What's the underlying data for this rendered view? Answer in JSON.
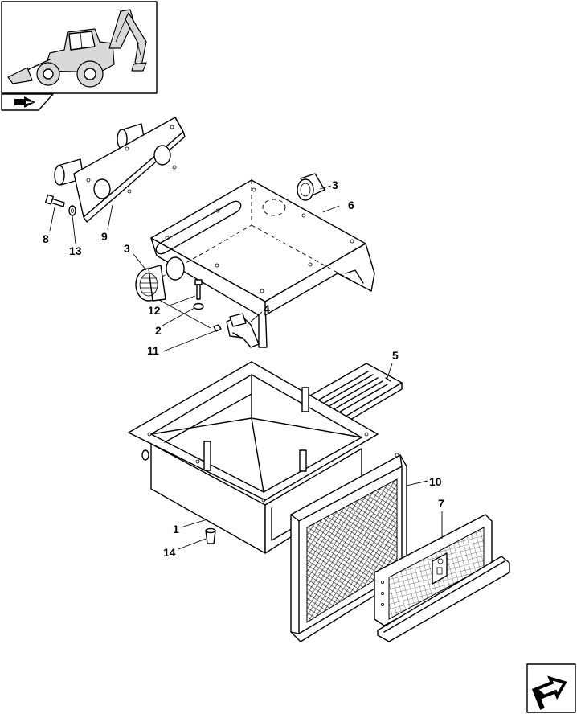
{
  "callouts": [
    {
      "id": "c1",
      "text": "1"
    },
    {
      "id": "c2",
      "text": "2"
    },
    {
      "id": "c3a",
      "text": "3"
    },
    {
      "id": "c3b",
      "text": "3"
    },
    {
      "id": "c4",
      "text": "4"
    },
    {
      "id": "c5",
      "text": "5"
    },
    {
      "id": "c6",
      "text": "6"
    },
    {
      "id": "c7",
      "text": "7"
    },
    {
      "id": "c8",
      "text": "8"
    },
    {
      "id": "c9",
      "text": "9"
    },
    {
      "id": "c10",
      "text": "10"
    },
    {
      "id": "c11",
      "text": "11"
    },
    {
      "id": "c12",
      "text": "12"
    },
    {
      "id": "c13",
      "text": "13"
    },
    {
      "id": "c14",
      "text": "14"
    }
  ],
  "icons": {
    "thumbnail": "backhoe-loader-icon",
    "back_nav": "back-arrow-icon",
    "next_nav": "next-page-arrow-icon"
  }
}
